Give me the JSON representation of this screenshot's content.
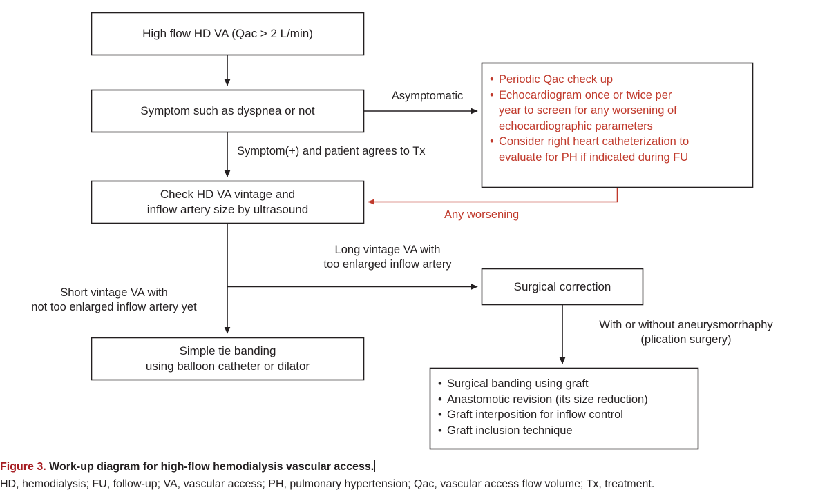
{
  "figure": {
    "number_label": "Figure 3.",
    "title": " Work-up diagram for high-flow hemodialysis vascular access.",
    "abbreviations": "HD, hemodialysis; FU, follow-up; VA, vascular access; PH, pulmonary hypertension; Qac, vascular access flow volume; Tx, treatment.",
    "figure_number_color": "#a61c21",
    "accent_red": "#c0392b",
    "line_color": "#231f20"
  },
  "nodes": {
    "high_flow": {
      "text": "High flow HD VA (Qac > 2 L/min)"
    },
    "symptom": {
      "text": "Symptom such as dyspnea or not"
    },
    "check_va": {
      "line1": "Check HD VA vintage and",
      "line2": "inflow artery size by ultrasound"
    },
    "simple_tie": {
      "line1": "Simple tie banding",
      "line2": "using balloon catheter or dilator"
    },
    "surgical_correction": {
      "text": "Surgical correction"
    },
    "asymptomatic_box": {
      "bullets": [
        {
          "lines": [
            "Periodic Qac check up"
          ]
        },
        {
          "lines": [
            "Echocardiogram once or twice per",
            "year to screen for any worsening of",
            "echocardiographic parameters"
          ]
        },
        {
          "lines": [
            "Consider right heart catheterization to",
            "evaluate for PH if indicated during FU"
          ]
        }
      ]
    },
    "surgical_options_box": {
      "bullets": [
        {
          "lines": [
            "Surgical banding using graft"
          ]
        },
        {
          "lines": [
            "Anastomotic revision (its size reduction)"
          ]
        },
        {
          "lines": [
            "Graft interposition for inflow control"
          ]
        },
        {
          "lines": [
            "Graft inclusion technique"
          ]
        }
      ]
    }
  },
  "edge_labels": {
    "asymptomatic": "Asymptomatic",
    "symptom_positive": "Symptom(+) and patient agrees to Tx",
    "any_worsening": "Any worsening",
    "long_vintage_l1": "Long vintage VA with",
    "long_vintage_l2": "too enlarged inflow artery",
    "short_vintage_l1": "Short vintage VA with",
    "short_vintage_l2": "not too enlarged inflow artery yet",
    "aneurysmorrhaphy_l1": "With or without aneurysmorrhaphy",
    "aneurysmorrhaphy_l2": "(plication surgery)"
  },
  "bullet_glyph": "•"
}
